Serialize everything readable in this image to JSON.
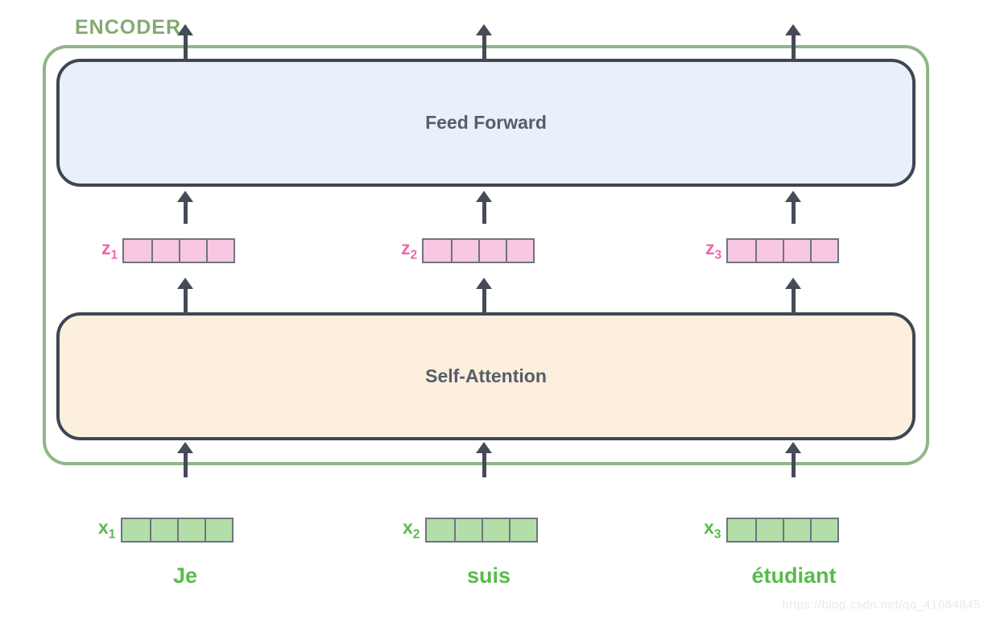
{
  "diagram": {
    "title": "ENCODER",
    "blocks": {
      "feed_forward": "Feed Forward",
      "self_attention": "Self-Attention"
    },
    "columns": [
      {
        "word": "Je",
        "input_label": "x",
        "input_sub": "1",
        "output_label": "z",
        "output_sub": "1"
      },
      {
        "word": "suis",
        "input_label": "x",
        "input_sub": "2",
        "output_label": "z",
        "output_sub": "2"
      },
      {
        "word": "étudiant",
        "input_label": "x",
        "input_sub": "3",
        "output_label": "z",
        "output_sub": "3"
      }
    ],
    "vector_cells_per_token": 4,
    "colors": {
      "encoder_border": "#90b688",
      "encoder_label": "#82aa72",
      "feed_forward_fill": "#e8f0fb",
      "self_attention_fill": "#fcefde",
      "block_border": "#3f4652",
      "block_text": "#575e69",
      "arrow": "#454c58",
      "z_vector_fill": "#f8c7e2",
      "z_label": "#ee67ad",
      "x_vector_fill": "#b3dea7",
      "x_label": "#58bc4b",
      "cell_border": "#6e7480",
      "watermark": "#e9e9e9"
    }
  },
  "watermark": "https://blog.csdn.net/qq_41664845"
}
